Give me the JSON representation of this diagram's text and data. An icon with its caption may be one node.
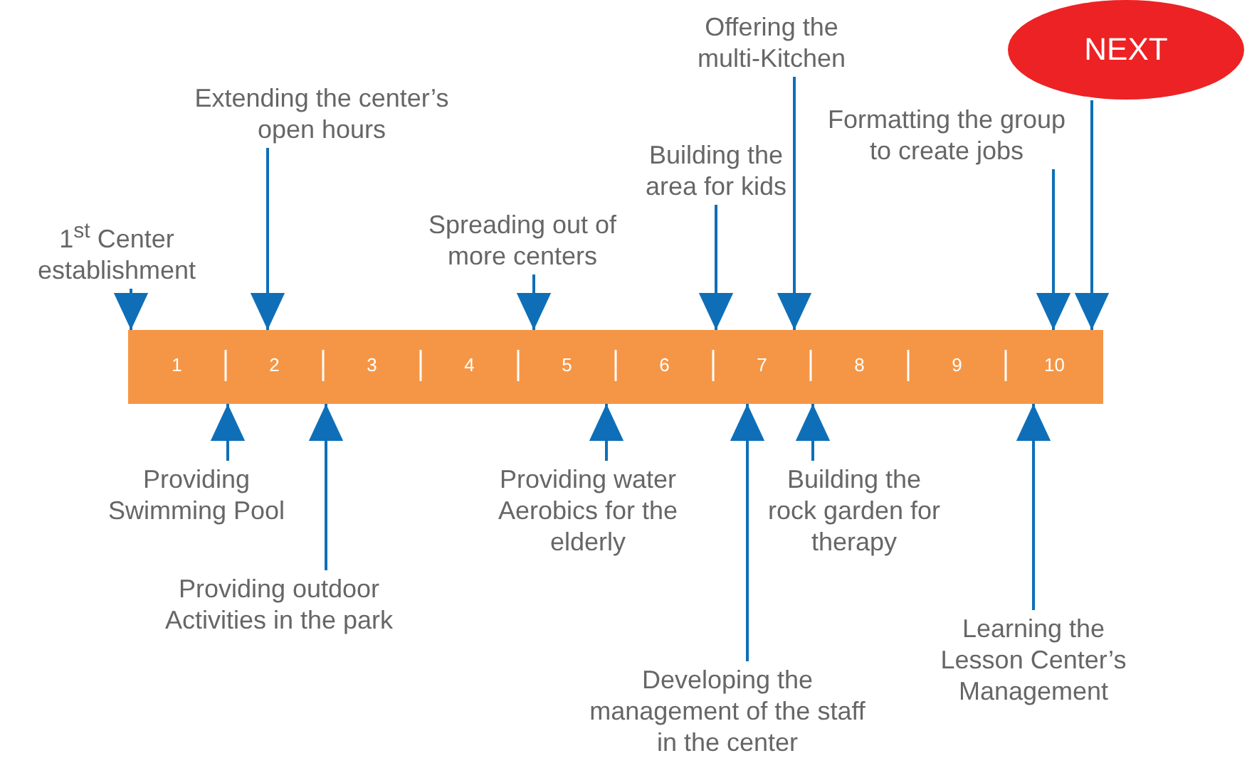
{
  "diagram": {
    "nodes": [
      {
        "text": [
          "1$^{st}$ Center establishment"
        ]
      },
      {
        "text": [
          "Extending the center’s open hours"
        ]
      },
      {
        "text": [
          "Spreading out of more centers"
        ]
      },
      {
        "text": [
          "Building the area for kids"
        ]
      },
      {
        "text": [
          "Offering the multi-Kitchen"
        ]
      },
      {
        "text": [
          "Formatting the group to create jobs"
        ]
      },
      {
        "text": [
          "NEXT"
        ]
      },
      {
        "text": [
          "1",
          "2",
          "3",
          "4",
          "5",
          "6",
          "7",
          "8",
          "9",
          "10"
        ]
      },
      {
        "text": [
          "Providing Swimming Pool"
        ]
      },
      {
        "text": [
          "Providing outdoor Activities in the park"
        ]
      },
      {
        "text": [
          "Providing water Aerobics for the elderly"
        ]
      },
      {
        "text": [
          "Building the rock garden for therapy"
        ]
      },
      {
        "text": [
          "Developing the management of the staff in the center"
        ]
      },
      {
        "text": [
          "Learning the Lesson Center’s Management"
        ]
      }
    ],
    "edges": [
      {
        "from": 0,
        "to": 7,
        "arrow": "to"
      },
      {
        "from": 1,
        "to": 7,
        "arrow": "to"
      },
      {
        "from": 2,
        "to": 7,
        "arrow": "to"
      },
      {
        "from": 3,
        "to": 7,
        "arrow": "to"
      },
      {
        "from": 4,
        "to": 7,
        "arrow": "to"
      },
      {
        "from": 5,
        "to": 7,
        "arrow": "to"
      },
      {
        "from": 6,
        "to": 7,
        "arrow": "to"
      },
      {
        "from": 8,
        "to": 7,
        "arrow": "to"
      },
      {
        "from": 9,
        "to": 7,
        "arrow": "to"
      },
      {
        "from": 10,
        "to": 7,
        "arrow": "to"
      },
      {
        "from": 11,
        "to": 7,
        "arrow": "to"
      },
      {
        "from": 12,
        "to": 7,
        "arrow": "to"
      },
      {
        "from": 13,
        "to": 7,
        "arrow": "to"
      }
    ]
  }
}
